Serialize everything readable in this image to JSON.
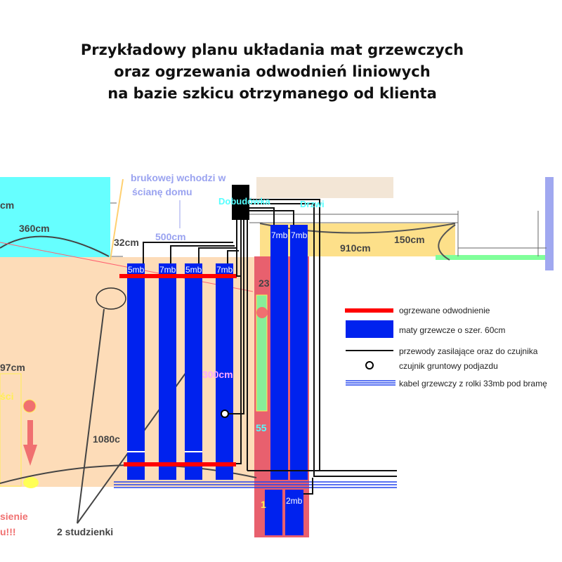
{
  "title": {
    "line1": "Przykładowy planu układania mat grzewczych",
    "line2": "oraz ogrzewania odwodnień liniowych",
    "line3": "na bazie szkicu otrzymanego od klienta"
  },
  "plan": {
    "note_line1": "brukowej wchodzi w",
    "note_line2": "ścianę domu",
    "dim_cm_left": "cm",
    "dim_360": "360cm",
    "dim_32": "32cm",
    "dim_500": "500cm",
    "dobudowka": "Dobudówka",
    "drzwi": "Drzwi",
    "dim_910": "910cm",
    "dim_150": "150cm",
    "dim_23": "23",
    "dim_97": "97cm",
    "sci": "ści",
    "dim_1080": "1080c",
    "dim_300": "300cm",
    "dim_55": "55",
    "dim_1": "1",
    "sienie": "sienie",
    "excl": "u!!!",
    "studzienki": "2 studzienki",
    "mats": [
      "5mb",
      "7mb",
      "5mb",
      "7mb",
      "7mb",
      "7mb",
      "2mb"
    ]
  },
  "legend": {
    "drain": "ogrzewane odwodnienie",
    "mats": "maty grzewcze o szer. 60cm",
    "wires": "przewody zasilające oraz do czujnika",
    "sensor": "czujnik gruntowy podjazdu",
    "cable": "kabel grzewczy z rolki 33mb pod bramę"
  },
  "colors": {
    "mat": "#0022ee",
    "drain": "#ff0000",
    "peach": "#fddcb8",
    "cyan": "#66ffff",
    "yellow": "#fde08a",
    "pink": "#e8606e"
  }
}
